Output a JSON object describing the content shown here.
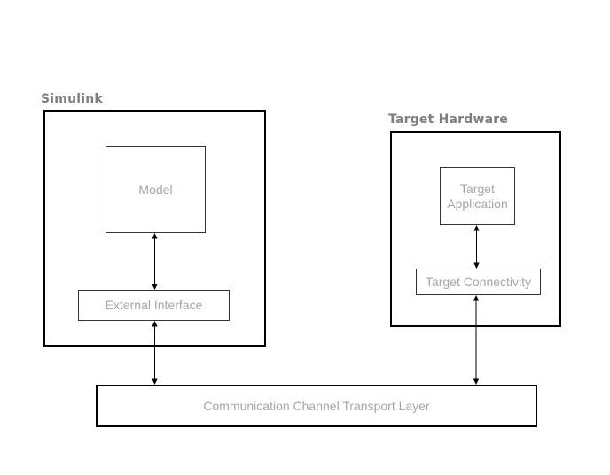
{
  "diagram": {
    "groups": [
      {
        "label": "Simulink",
        "boxes": [
          {
            "label": "Model"
          },
          {
            "label": "External Interface"
          }
        ]
      },
      {
        "label": "Target Hardware",
        "boxes": [
          {
            "label": "Target Application"
          },
          {
            "label": "Target Connectivity"
          }
        ]
      }
    ],
    "transport": {
      "label": "Communication Channel Transport Layer"
    },
    "connections": [
      "Model <-> External Interface",
      "External Interface <-> Communication Channel Transport Layer",
      "Target Application <-> Target Connectivity",
      "Target Connectivity <-> Communication Channel Transport Layer"
    ],
    "colors": {
      "background": "#ffffff",
      "group_label_text": "#7f7f7f",
      "box_text": "#a6a6a6",
      "outer_border": "#000000",
      "inner_border": "#333333",
      "arrow": "#000000"
    }
  }
}
